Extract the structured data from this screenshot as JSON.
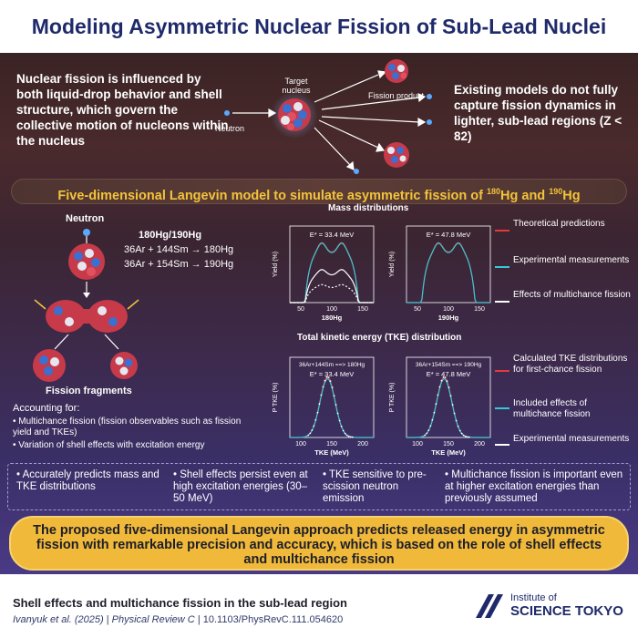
{
  "title": "Modeling Asymmetric Nuclear Fission of Sub-Lead Nuclei",
  "intro": {
    "left": "Nuclear fission is influenced by both liquid-drop behavior and shell structure, which govern the collective motion of nucleons within the nucleus",
    "right": "Existing models do not fully capture fission dynamics in lighter, sub-lead regions (Z < 82)",
    "labels": {
      "target": "Target nucleus",
      "neutron": "Neutron",
      "product": "Fission product"
    }
  },
  "section_banner": {
    "text": "Five-dimensional Langevin model to simulate asymmetric fission of",
    "nuclide1": "180",
    "el1": "Hg",
    "and": "and",
    "nuclide2": "190",
    "el2": "Hg"
  },
  "left_diagram": {
    "neutron": "Neutron",
    "hg": "180Hg/190Hg",
    "reaction1": "36Ar + 144Sm → 180Hg",
    "reaction2": "36Ar + 154Sm → 190Hg",
    "fragments": "Fission fragments",
    "accounting_title": "Accounting for:",
    "accounting": [
      "Multichance fission (fission observables such as fission yield and TKEs)",
      "Variation of shell effects with excitation energy"
    ]
  },
  "mass_panel": {
    "title": "Mass distributions",
    "ylabel": "Yield (%)",
    "x_ticks": [
      "50",
      "100",
      "150"
    ],
    "plots": [
      {
        "energy": "E* = 33.4 MeV",
        "xlabel": "180Hg"
      },
      {
        "energy": "E* = 47.8 MeV",
        "xlabel": "190Hg"
      }
    ]
  },
  "tke_panel": {
    "title": "Total kinetic energy (TKE) distribution",
    "ylabel": "P TKE (%)",
    "x_ticks": [
      "100",
      "150",
      "200"
    ],
    "xlabel": "TKE (MeV)",
    "plots": [
      {
        "reaction": "36Ar+144Sm ==> 180Hg",
        "energy": "E* = 33.4 MeV"
      },
      {
        "reaction": "36Ar+154Sm ==> 190Hg",
        "energy": "E* = 47.8 MeV"
      }
    ]
  },
  "legend_mass": [
    {
      "label": "Theoretical predictions",
      "color": "#e0393e"
    },
    {
      "label": "Experimental measurements",
      "color": "#35c9d6"
    },
    {
      "label": "Effects of multichance fission",
      "color": "#ffffff"
    }
  ],
  "legend_tke": [
    {
      "label": "Calculated TKE distributions for first-chance fission",
      "color": "#e0393e"
    },
    {
      "label": "Included effects of multichance fission",
      "color": "#35c9d6"
    },
    {
      "label": "Experimental measurements",
      "color": "#ffffff"
    }
  ],
  "bullets": [
    "Accurately predicts mass and TKE distributions",
    "Shell effects persist even at high excitation energies (30–50 MeV)",
    "TKE sensitive to pre-scission neutron emission",
    "Multichance fission is important even at higher excitation energies than previously assumed"
  ],
  "conclusion": "The proposed five-dimensional Langevin approach predicts released energy in asymmetric fission with remarkable precision and accuracy, which is based on the role of shell effects and multichance fission",
  "footer": {
    "title": "Shell effects and multichance fission in the sub-lead region",
    "authors": "Ivanyuk et al. (2025)",
    "journal": "Physical Review C",
    "doi": "10.1103/PhysRevC.111.054620",
    "sep": "|"
  },
  "logo": {
    "line1": "Institute of",
    "line2": "SCIENCE TOKYO"
  },
  "colors": {
    "title": "#1f2a6b",
    "banner_text": "#f3c43a",
    "conclusion_bg": "#f0b93a",
    "theory": "#e0393e",
    "experiment": "#35c9d6"
  }
}
